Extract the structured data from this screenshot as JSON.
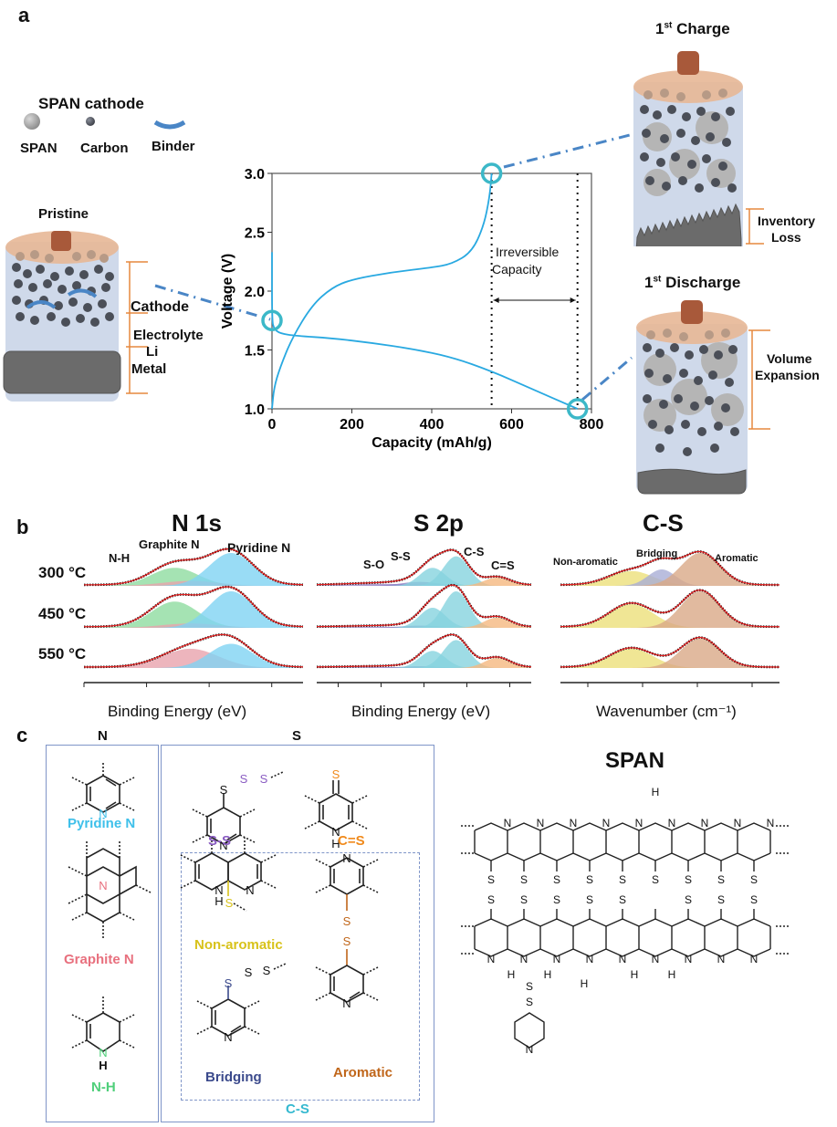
{
  "panels": {
    "a": {
      "letter": "a",
      "legend": {
        "title": "SPAN cathode",
        "items": [
          {
            "label": "SPAN",
            "icon": "large-gray-sphere"
          },
          {
            "label": "Carbon",
            "icon": "small-dark-sphere"
          },
          {
            "label": "Binder",
            "icon": "blue-arc"
          }
        ]
      },
      "cells": {
        "pristine": {
          "title": "Pristine",
          "layers": [
            "Cathode",
            "Electrolyte",
            "Li",
            "Metal"
          ]
        },
        "charge": {
          "title_main": "1",
          "title_sup": "st",
          "title_rest": " Charge",
          "annotation_line1": "Inventory",
          "annotation_line2": "Loss"
        },
        "discharge": {
          "title_main": "1",
          "title_sup": "st",
          "title_rest": " Discharge",
          "annotation_line1": "Volume",
          "annotation_line2": "Expansion"
        }
      },
      "annotation": {
        "line1": "Irreversible",
        "line2": "Capacity"
      }
    },
    "b": {
      "letter": "b"
    },
    "c": {
      "letter": "c",
      "n_header": "N",
      "s_header": "S",
      "n_groups": [
        {
          "label": "Pyridine N",
          "color": "#3fc0ea"
        },
        {
          "label": "Graphite N",
          "color": "#e8707e"
        },
        {
          "label": "N-H",
          "color": "#4fcf7a"
        }
      ],
      "s_groups": [
        {
          "label": "S-S",
          "color": "#8a5cc2"
        },
        {
          "label": "C=S",
          "color": "#f08a1c"
        },
        {
          "label": "Non-aromatic",
          "color": "#d8c21a"
        },
        {
          "label": "Aromatic",
          "color": "#c0661a"
        },
        {
          "label": "Bridging",
          "color": "#3b4a8c"
        }
      ],
      "cs_label": "C-S",
      "cs_color": "#35b9d0",
      "span_title": "SPAN",
      "atom_labels": {
        "N": "N",
        "S": "S",
        "H": "H"
      }
    }
  },
  "chart_data": [
    {
      "type": "line",
      "id": "voltage-profile",
      "title": "",
      "xlabel": "Capacity (mAh/g)",
      "ylabel": "Voltage (V)",
      "xlim": [
        0,
        800
      ],
      "ylim": [
        1.0,
        3.0
      ],
      "xticks": [
        0,
        200,
        400,
        600,
        800
      ],
      "yticks": [
        1.0,
        1.5,
        2.0,
        2.5,
        3.0
      ],
      "ytick_labels": [
        "1.0",
        "1.5",
        "2.0",
        "2.5",
        "3.0"
      ],
      "line_color": "#29a9e1",
      "series": [
        {
          "name": "discharge",
          "x": [
            0,
            0,
            5,
            20,
            60,
            150,
            250,
            350,
            450,
            550,
            650,
            765
          ],
          "y": [
            2.33,
            1.75,
            1.68,
            1.64,
            1.62,
            1.6,
            1.56,
            1.51,
            1.44,
            1.32,
            1.17,
            1.0
          ]
        },
        {
          "name": "charge",
          "x": [
            0,
            5,
            20,
            50,
            100,
            150,
            200,
            300,
            400,
            450,
            500,
            530,
            545,
            550
          ],
          "y": [
            1.0,
            1.18,
            1.35,
            1.6,
            1.88,
            2.03,
            2.1,
            2.16,
            2.2,
            2.23,
            2.33,
            2.55,
            2.8,
            3.0
          ]
        }
      ],
      "markers": [
        {
          "x": 0,
          "y": 1.75,
          "label": "pristine"
        },
        {
          "x": 550,
          "y": 3.0,
          "label": "1st charge"
        },
        {
          "x": 765,
          "y": 1.0,
          "label": "1st discharge"
        }
      ],
      "vlines": [
        550,
        765
      ],
      "annotation": "Irreversible Capacity"
    },
    {
      "type": "area",
      "id": "n1s",
      "title": "N 1s",
      "xlabel": "Binding Energy (eV)",
      "xlim": [
        402,
        395
      ],
      "xticks": [
        402,
        400,
        398,
        396
      ],
      "rows": [
        "300 °C",
        "450 °C",
        "550 °C"
      ],
      "components": [
        {
          "name": "N-H",
          "color": "#8fdca0",
          "center": 399.1,
          "amplitudes": [
            0.55,
            0.72,
            0.0
          ],
          "width": 0.75
        },
        {
          "name": "Graphite N",
          "color": "#e9a3ad",
          "center": 398.6,
          "amplitudes": [
            0.15,
            0.12,
            0.62
          ],
          "width": 0.9
        },
        {
          "name": "Pyridine N",
          "color": "#7fd3f3",
          "center": 397.3,
          "amplitudes": [
            1.0,
            1.0,
            0.78
          ],
          "width": 0.7
        }
      ],
      "annotations": [
        "N-H",
        "Graphite N",
        "Pyridine N"
      ]
    },
    {
      "type": "area",
      "id": "s2p",
      "title": "S 2p",
      "xlabel": "Binding Energy (eV)",
      "xlim": [
        169,
        159
      ],
      "xticks": [
        168,
        166,
        164,
        162,
        160
      ],
      "rows": [
        "300 °C",
        "450 °C",
        "550 °C"
      ],
      "components": [
        {
          "name": "S-O",
          "color": "#9a88c8",
          "center": 166.0,
          "amplitudes": [
            0.06,
            0.03,
            0.03
          ],
          "width": 1.5
        },
        {
          "name": "S-S",
          "color": "#8f7fc6",
          "center": 164.2,
          "amplitudes": [
            0.12,
            0.06,
            0.06
          ],
          "width": 0.9
        },
        {
          "name": "C-S (2p1/2)",
          "color": "#86d3df",
          "center": 163.6,
          "amplitudes": [
            0.55,
            0.55,
            0.55
          ],
          "width": 0.6
        },
        {
          "name": "C-S (2p3/2)",
          "color": "#86d3df",
          "center": 162.5,
          "amplitudes": [
            0.9,
            1.0,
            0.9
          ],
          "width": 0.6
        },
        {
          "name": "C=S",
          "color": "#f5b880",
          "center": 160.6,
          "amplitudes": [
            0.25,
            0.28,
            0.32
          ],
          "width": 0.6
        }
      ],
      "annotations": [
        "S-O",
        "S-S",
        "C-S",
        "C=S"
      ]
    },
    {
      "type": "area",
      "id": "cs-raman",
      "title": "C-S",
      "xlabel": "Wavenumber (cm⁻¹)",
      "xlim": [
        890,
        970
      ],
      "xticks": [
        900,
        920,
        940,
        960
      ],
      "rows": [
        "300 °C",
        "450 °C",
        "550 °C"
      ],
      "components": [
        {
          "name": "Non-aromatic",
          "color": "#ece07a",
          "center": 916,
          "amplitudes": [
            0.45,
            0.65,
            0.62
          ],
          "width": 8
        },
        {
          "name": "Bridging",
          "color": "#a9aed6",
          "center": 927,
          "amplitudes": [
            0.5,
            0.0,
            0.0
          ],
          "width": 5
        },
        {
          "name": "Aromatic",
          "color": "#d9a987",
          "center": 941,
          "amplitudes": [
            1.0,
            1.0,
            0.95
          ],
          "width": 7
        }
      ],
      "annotations": [
        "Non-aromatic",
        "Bridging",
        "Aromatic"
      ]
    }
  ]
}
